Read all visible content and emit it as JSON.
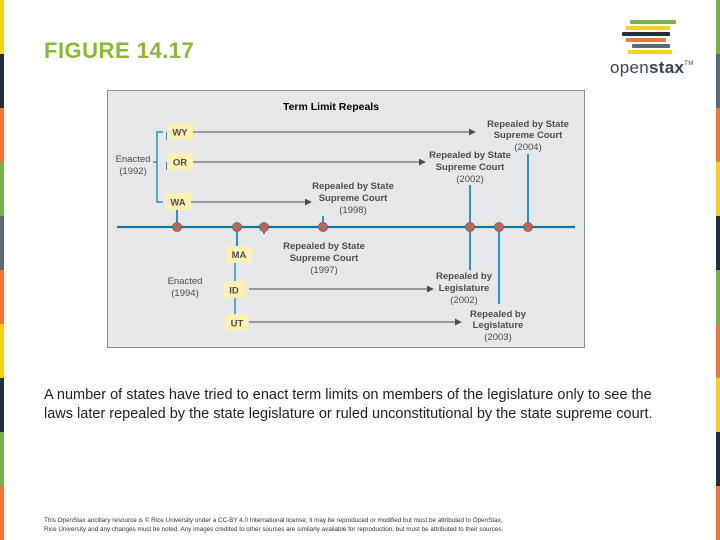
{
  "slide": {
    "title": "FIGURE 14.17",
    "caption": "A number of states have tried to enact term limits on members of the legislature only to see the laws later repealed by the state legislature or ruled unconstitutional by the state supreme court.",
    "footer_line1": "This OpenStax ancillary resource is © Rice University under a CC-BY 4.0 International license; it may be reproduced or modified but must be attributed to OpenStax,",
    "footer_line2": "Rice University and any changes must be noted. Any images credited to other sources are similarly available for reproduction, but must be attributed to their sources."
  },
  "logo": {
    "word_light": "open",
    "word_bold": "stax",
    "tm": "TM",
    "bar_colors": [
      "#78b04a",
      "#f4d019",
      "#232d3c",
      "#e9793b",
      "#5d6873",
      "#f4d019"
    ]
  },
  "edge_colors": [
    "#f4d019",
    "#232d3c",
    "#e9793b",
    "#78b04a",
    "#5d6873",
    "#e9793b",
    "#f4d019",
    "#232d3c",
    "#78b04a",
    "#e9793b"
  ],
  "diagram": {
    "title": "Term Limit Repeals",
    "colors": {
      "background": "#e6e7e8",
      "border": "#8a8c8e",
      "line": "#0b79a8",
      "node": "#b06a5e",
      "state_label_bg": "#fbf0b4",
      "text": "#4d4d4f"
    },
    "groups": [
      {
        "label": "Enacted",
        "year": "(1992)"
      },
      {
        "label": "Enacted",
        "year": "(1994)"
      }
    ],
    "states": [
      "WY",
      "OR",
      "WA",
      "MA",
      "ID",
      "UT"
    ],
    "repeals": [
      {
        "line1": "Repealed by State",
        "line2": "Supreme Court",
        "year": "(2004)"
      },
      {
        "line1": "Repealed by State",
        "line2": "Supreme Court",
        "year": "(2002)"
      },
      {
        "line1": "Repealed by State",
        "line2": "Supreme Court",
        "year": "(1998)"
      },
      {
        "line1": "Repealed by State",
        "line2": "Supreme Court",
        "year": "(1997)"
      },
      {
        "line1": "Repealed by",
        "line2": "Legislature",
        "year": "(2002)"
      },
      {
        "line1": "Repealed by",
        "line2": "Legislature",
        "year": "(2003)"
      }
    ]
  }
}
